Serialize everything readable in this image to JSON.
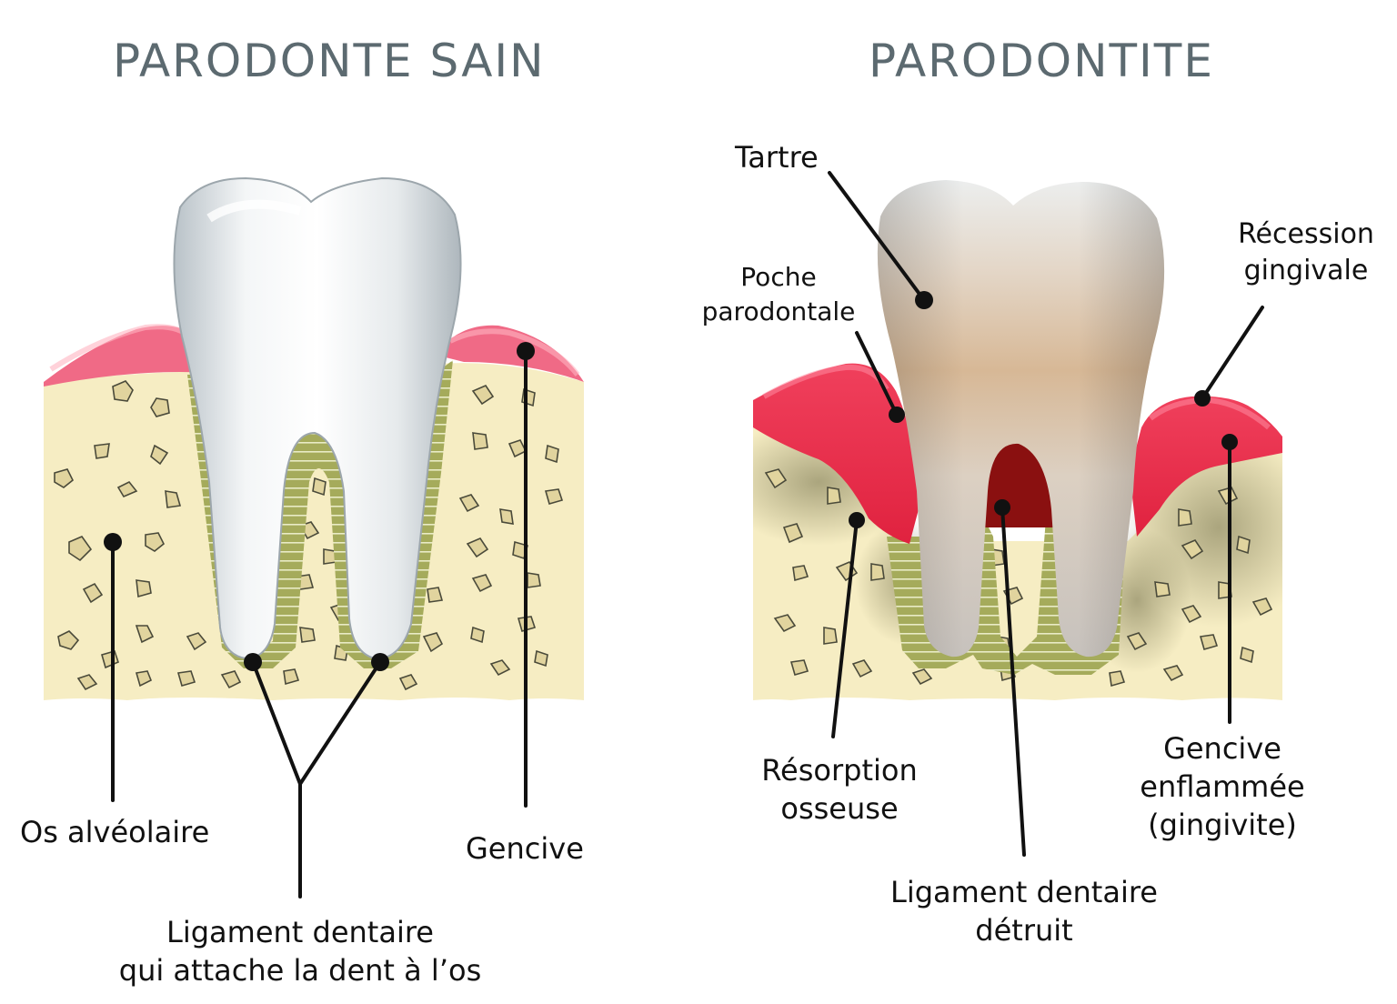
{
  "left_panel": {
    "title": "PARODONTE SAIN",
    "labels": {
      "os_alveolaire": "Os alvéolaire",
      "gencive": "Gencive",
      "ligament_line1": "Ligament dentaire",
      "ligament_line2": "qui attache la dent à l’os"
    }
  },
  "right_panel": {
    "title": "PARODONTITE",
    "labels": {
      "tartre": "Tartre",
      "poche_line1": "Poche",
      "poche_line2": "parodontale",
      "recession_line1": "Récession",
      "recession_line2": "gingivale",
      "resorption_line1": "Résorption",
      "resorption_line2": "osseuse",
      "gencive_enfl_line1": "Gencive",
      "gencive_enfl_line2": "enflammée",
      "gencive_enfl_line3": "(gingivite)",
      "ligament_detruit_line1": "Ligament dentaire",
      "ligament_detruit_line2": "détruit"
    }
  },
  "colors": {
    "bone": "#f6edc3",
    "gum_healthy": "#f06a86",
    "gum_inflamed": "#ea2f4f",
    "ligament": "#a8ad5e",
    "title": "#5c6a70"
  }
}
